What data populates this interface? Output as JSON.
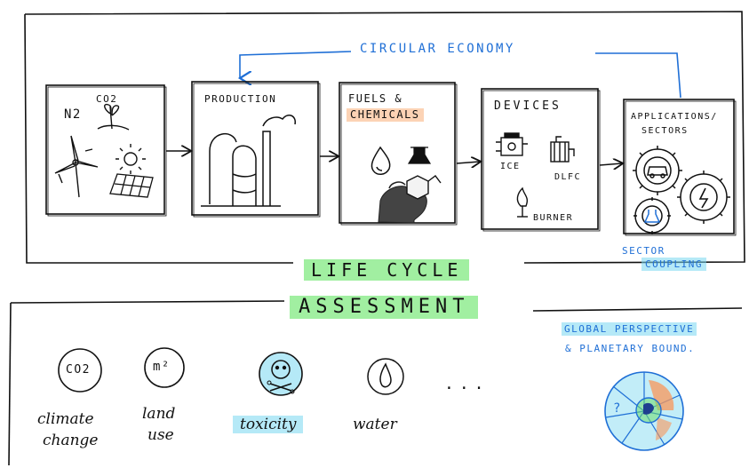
{
  "top": {
    "circular_economy": "CIRCULAR ECONOMY",
    "life_cycle": "LIFE CYCLE",
    "assessment": "ASSESSMENT"
  },
  "stages": {
    "sources": {
      "co2": "CO2",
      "n2": "N2"
    },
    "production": {
      "title": "PRODUCTION"
    },
    "fuels": {
      "title_line1": "FUELS &",
      "title_line2": "CHEMICALS"
    },
    "devices": {
      "title": "DEVICES",
      "ice": "ICE",
      "dlfc": "DLFC",
      "burner": "BURNER"
    },
    "applications": {
      "title_line1": "APPLICATIONS/",
      "title_line2": "SECTORS"
    }
  },
  "sector_coupling": {
    "line1": "SECTOR",
    "line2": "COUPLING"
  },
  "impacts": {
    "climate": {
      "symbol": "CO2",
      "line1": "climate",
      "line2": "change"
    },
    "land": {
      "symbol": "m²",
      "line1": "land",
      "line2": "use"
    },
    "toxicity": {
      "line1": "toxicity"
    },
    "water": {
      "line1": "water"
    },
    "ellipsis": "..."
  },
  "global": {
    "line1": "GLOBAL PERSPECTIVE",
    "line2": "& PLANETARY BOUND.",
    "question": "?"
  },
  "colors": {
    "ink": "#111111",
    "blue": "#1f6fd6",
    "green_highlight": "#6ee66e",
    "cyan_highlight": "#78d7f0",
    "orange_highlight": "#faaf78"
  }
}
